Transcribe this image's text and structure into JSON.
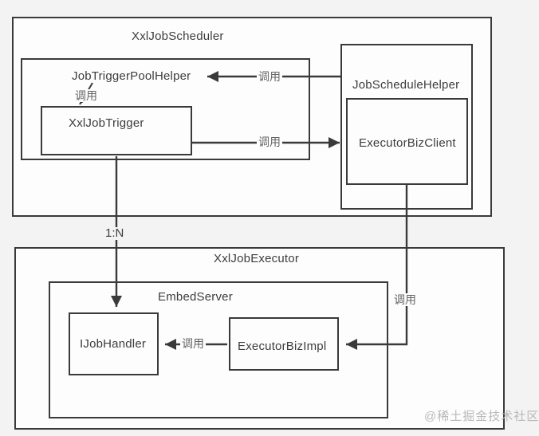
{
  "diagram": {
    "title": "XXL-Job scheduler/executor call diagram",
    "colors": {
      "page_bg": "#f3f3f3",
      "box_fill": "#fdfdfd",
      "line": "#3a3a3a",
      "title_text": "#3d3d3d",
      "edge_label_text": "#636363",
      "watermark_text": "#b9b9b9"
    },
    "containers": {
      "scheduler": {
        "title": "XxlJobScheduler"
      },
      "trigger_pool": {
        "title": "JobTriggerPoolHelper"
      },
      "xxl_job_trigger": {
        "title": "XxlJobTrigger"
      },
      "schedule_helper": {
        "title": "JobScheduleHelper"
      },
      "executor_biz_client": {
        "title": "ExecutorBizClient"
      },
      "executor": {
        "title": "XxlJobExecutor"
      },
      "embed_server": {
        "title": "EmbedServer"
      },
      "ijob_handler": {
        "title": "IJobHandler"
      },
      "executor_biz_impl": {
        "title": "ExecutorBizImpl"
      }
    },
    "edge_labels": {
      "call_schedule_to_pool": "调用",
      "call_pool_to_trigger": "调用",
      "call_trigger_to_client": "调用",
      "call_client_to_impl": "调用",
      "call_impl_to_handler": "调用",
      "one_to_n": "1:N"
    },
    "watermark": "@稀土掘金技术社区"
  }
}
